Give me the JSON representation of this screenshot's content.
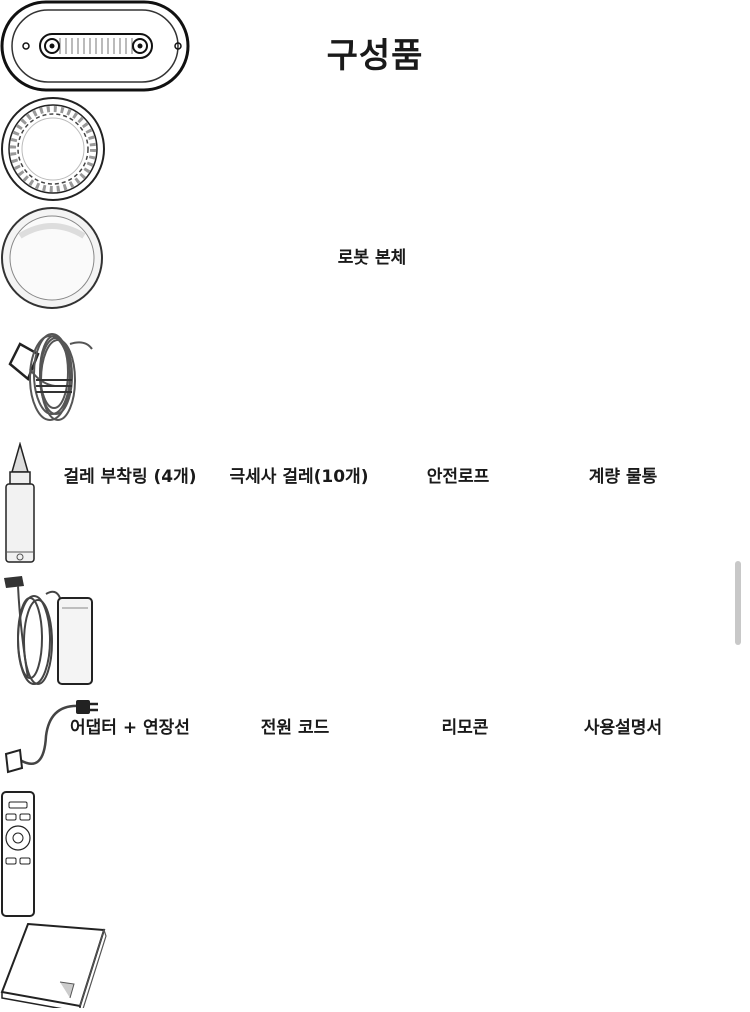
{
  "title": "구성품",
  "items": {
    "robot": "로봇 본체",
    "mop_attach": "걸레 부착링 (4개)",
    "microfiber_mop": "극세사 걸레(10개)",
    "safety_rope": "안전로프",
    "measuring_bottle": "계량 물통",
    "adapter": "어댑터 + 연장선",
    "power_cord": "전원 코드",
    "remote": "리모콘",
    "manual": "사용설명서"
  }
}
